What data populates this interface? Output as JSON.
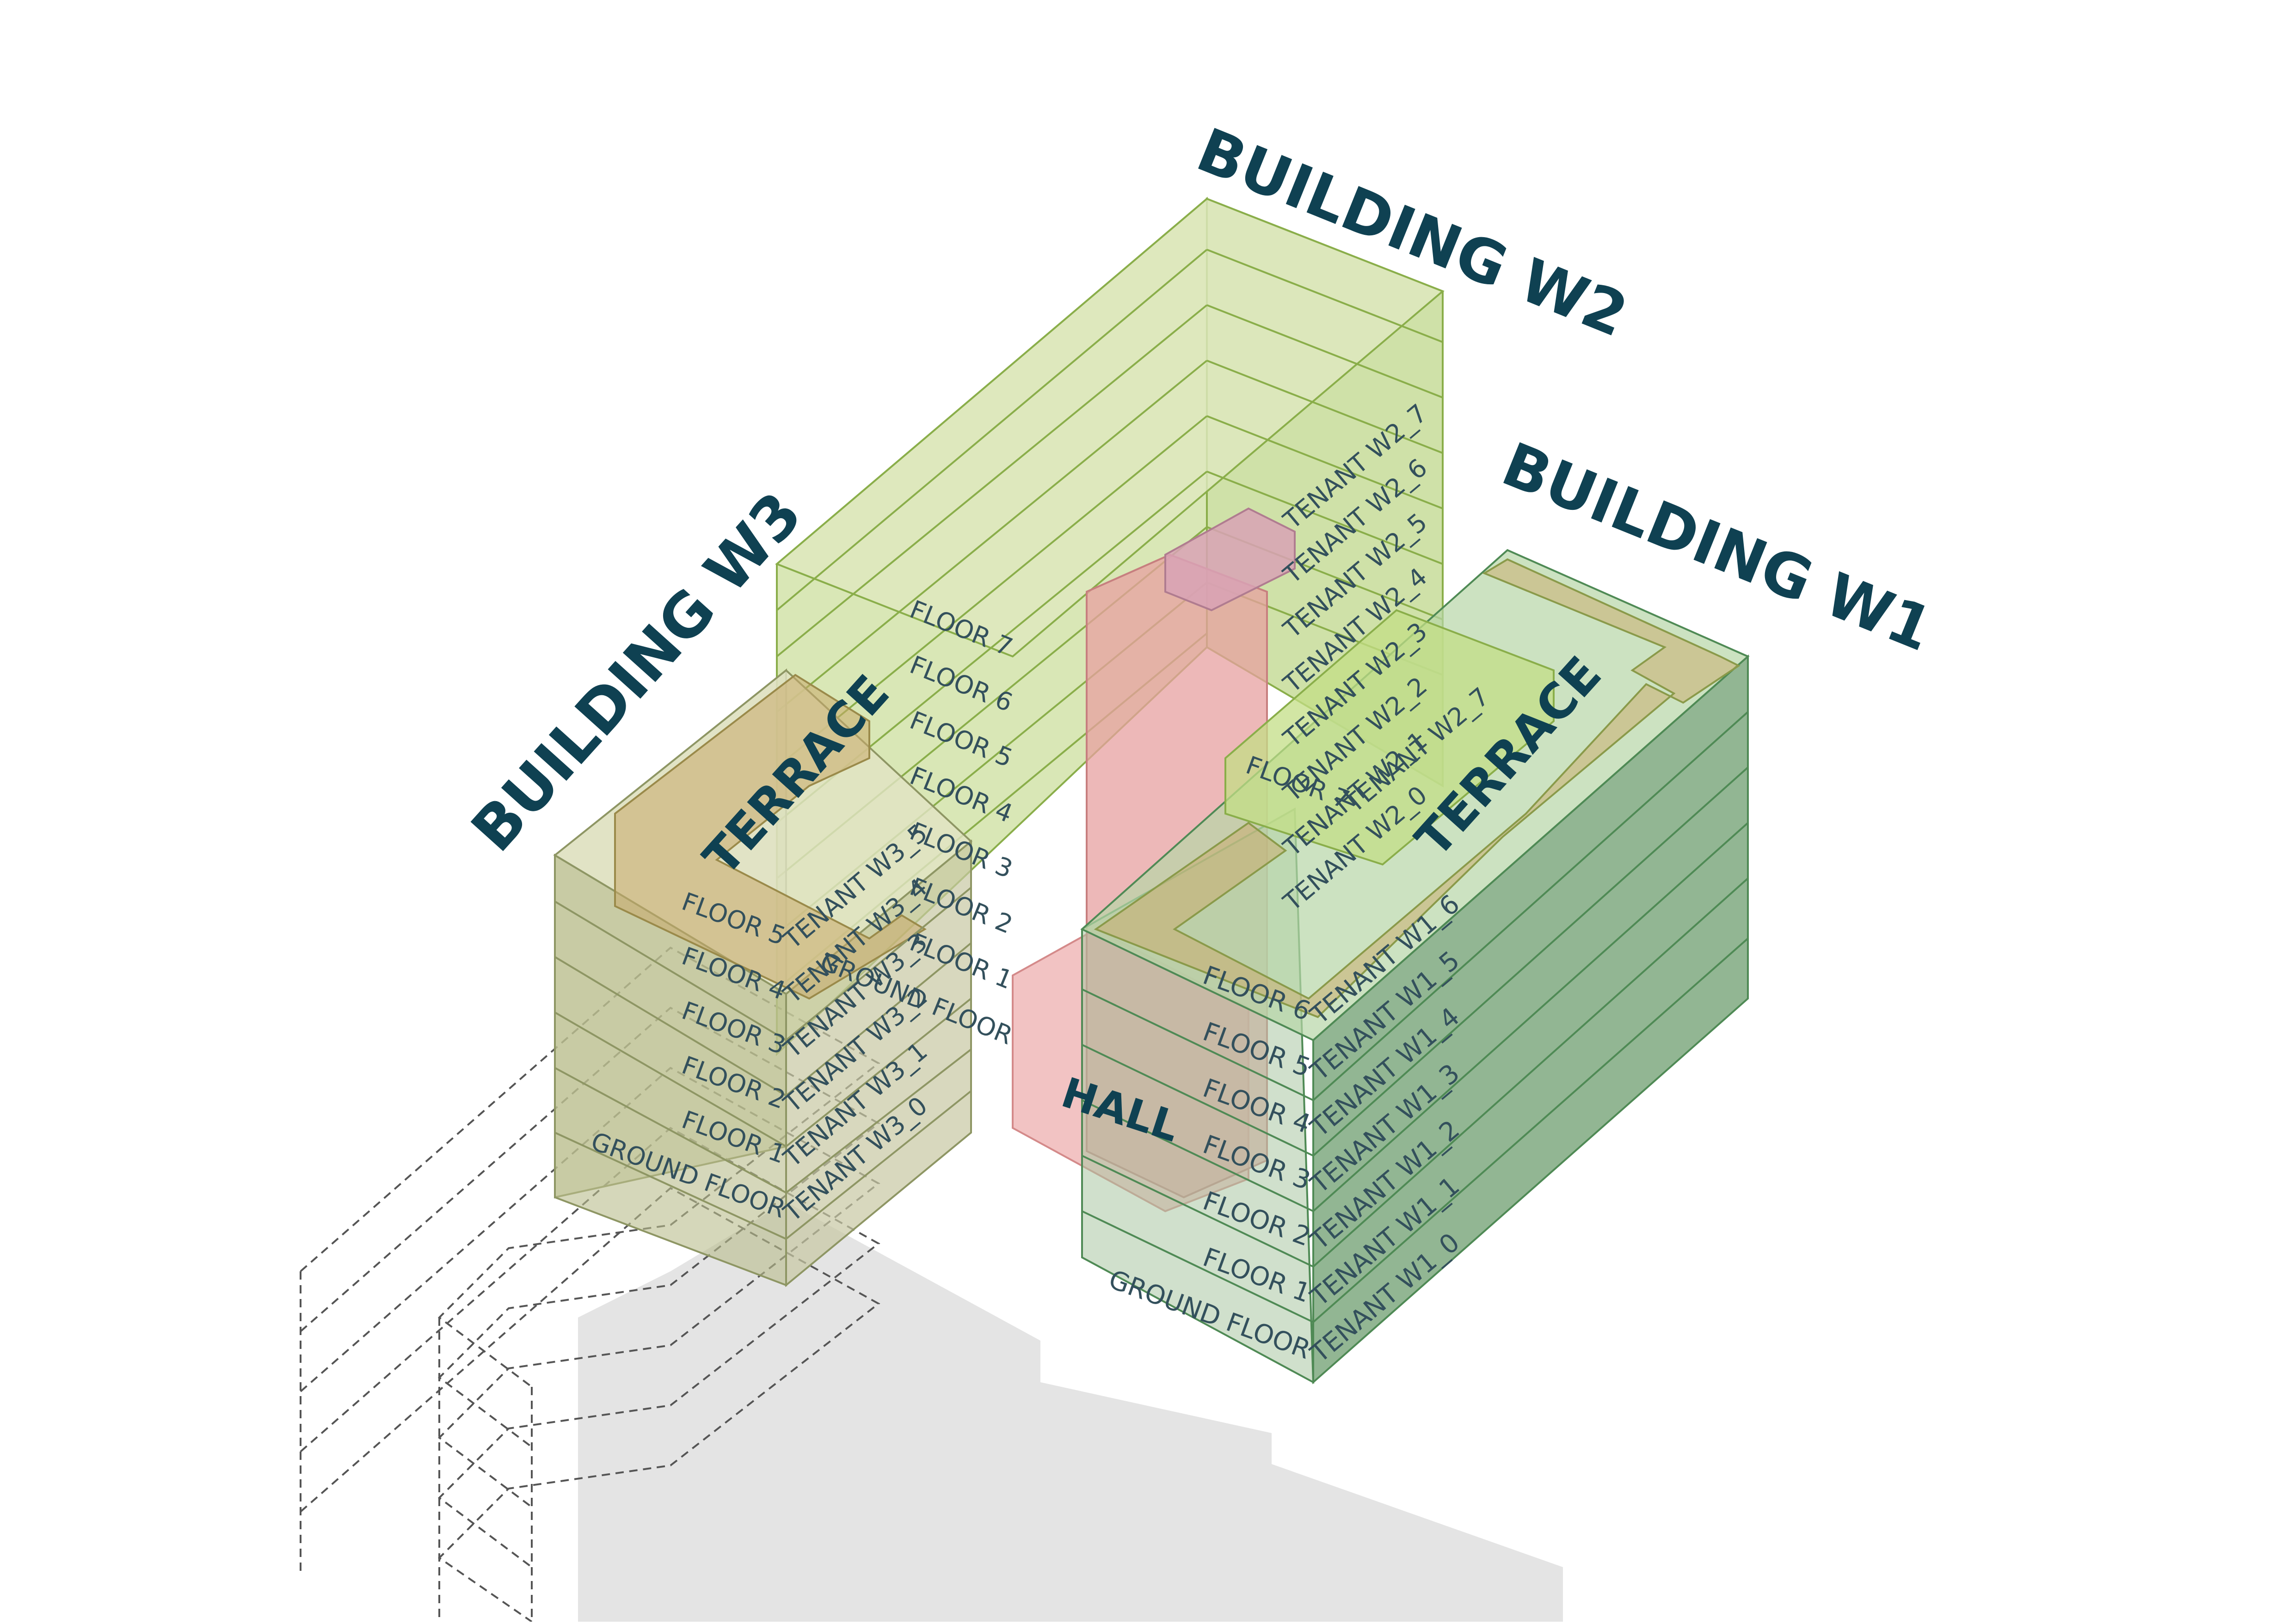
{
  "colors": {
    "title": "#0f4152",
    "label": "#33505c",
    "w1_fill": "#6e9e6f",
    "w1_edge": "#4f8a55",
    "w2_fill": "#b9d37a",
    "w2_edge": "#8aae4a",
    "w3_fill": "#c4c69c",
    "w3_edge": "#8e9664",
    "terrace": "#c9a96a",
    "core": "#e7a0a0",
    "hall": "#f0b8b8",
    "shadow": "#e4e4e4",
    "dashed": "#555555"
  },
  "buildings": {
    "w1": {
      "title": "BUILDING W1",
      "terrace": "TERRACE",
      "floors": [
        "GROUND FLOOR",
        "FLOOR 1",
        "FLOOR 2",
        "FLOOR 3",
        "FLOOR 4",
        "FLOOR 5",
        "FLOOR 6"
      ],
      "tenants": [
        "TENANT W1_0",
        "TENANT W1_1",
        "TENANT W1_2",
        "TENANT W1_3",
        "TENANT W1_4",
        "TENANT W1_5",
        "TENANT W1_6"
      ]
    },
    "w2": {
      "title": "BUILDING W2",
      "floors_visible": [
        "FLOOR 7",
        "FLOOR 6",
        "FLOOR 5",
        "FLOOR 4",
        "FLOOR 3",
        "FLOOR 2",
        "FLOOR 1",
        "GROUND FLOOR"
      ],
      "tenants": [
        "TENANT W2_7",
        "TENANT W2_6",
        "TENANT W2_5",
        "TENANT W2_4",
        "TENANT W2_3",
        "TENANT W2_2",
        "TENANT W2_1",
        "TENANT W2_0"
      ],
      "top_floor_label": "FLOOR 7",
      "top_tenant_label": "TENANT W2_7"
    },
    "w3": {
      "title": "BUILDING W3",
      "terrace": "TERRACE",
      "floors": [
        "GROUND FLOOR",
        "FLOOR 1",
        "FLOOR 2",
        "FLOOR 3",
        "FLOOR 4",
        "FLOOR 5"
      ],
      "tenants": [
        "TENANT W3_0",
        "TENANT W3_1",
        "TENANT W3_2",
        "TENANT W3_3",
        "TENANT W3_4",
        "TENANT W3_5"
      ]
    }
  },
  "hall": "HALL"
}
